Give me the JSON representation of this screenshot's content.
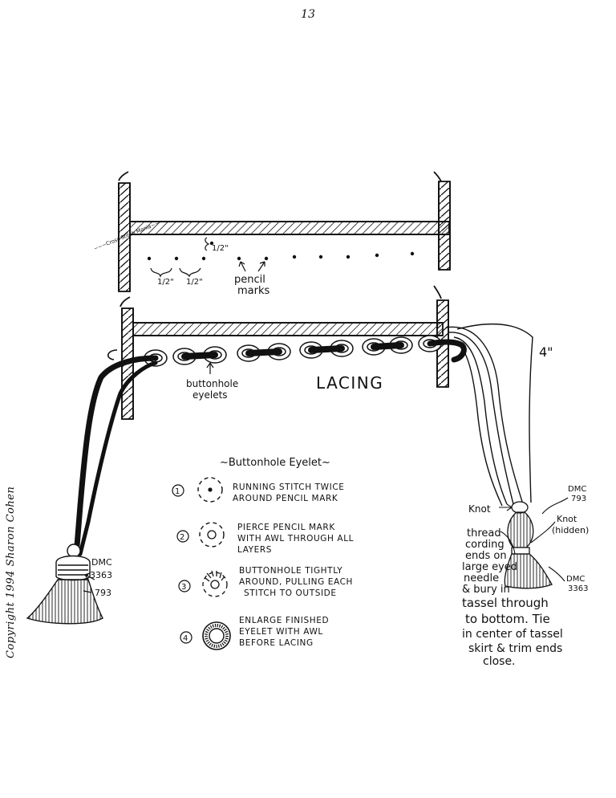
{
  "page_number": "13",
  "copyright": "Copyright 1994 Sharon Cohen",
  "top_diagram": {
    "stamp": "~~~Cross Stitch Mania~~~",
    "half_inch_top": "1/2\"",
    "half_inch_left": "1/2\"",
    "half_inch_mid": "1/2\"",
    "pencil_marks_line1": "pencil",
    "pencil_marks_line2": "marks"
  },
  "lacing_diagram": {
    "eyelets_line1": "buttonhole",
    "eyelets_line2": "eyelets",
    "lacing": "LACING",
    "four_inch": "4\""
  },
  "left_tassel": {
    "dmc": "DMC",
    "color_1": "3363",
    "color_2": "793"
  },
  "right_tassel": {
    "knot": "Knot",
    "dmc": "DMC",
    "dmc_color": "793",
    "knot_hidden_1": "Knot",
    "knot_hidden_2": "(hidden)",
    "dmc2": "DMC",
    "dmc2_color": "3363",
    "note_lines": [
      "thread",
      "cording",
      "ends on",
      "large eyed",
      "needle",
      "& bury in",
      "tassel through",
      "to bottom. Tie",
      "in center of tassel",
      "skirt & trim ends",
      "close."
    ]
  },
  "buttonhole_eyelet": {
    "title": "~Buttonhole Eyelet~",
    "steps": [
      {
        "num": "1",
        "line1": "RUNNING STITCH TWICE",
        "line2": "AROUND PENCIL MARK",
        "line3": ""
      },
      {
        "num": "2",
        "line1": "PIERCE PENCIL MARK",
        "line2": "WITH AWL THROUGH ALL",
        "line3": "LAYERS"
      },
      {
        "num": "3",
        "line1": "BUTTONHOLE TIGHTLY",
        "line2": "AROUND, PULLING EACH",
        "line3": "STITCH TO OUTSIDE"
      },
      {
        "num": "4",
        "line1": "ENLARGE FINISHED",
        "line2": "EYELET WITH AWL",
        "line3": "BEFORE LACING"
      }
    ]
  }
}
